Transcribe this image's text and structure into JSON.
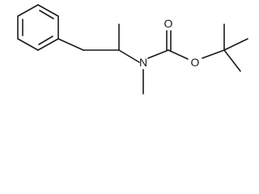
{
  "structure": {
    "type": "skeletal-formula",
    "atom_labels": {
      "nitrogen": "N",
      "carbonyl_oxygen": "O",
      "ester_oxygen": "O"
    },
    "colors": {
      "bond": "#1a1a1a",
      "background": "#ffffff"
    }
  }
}
